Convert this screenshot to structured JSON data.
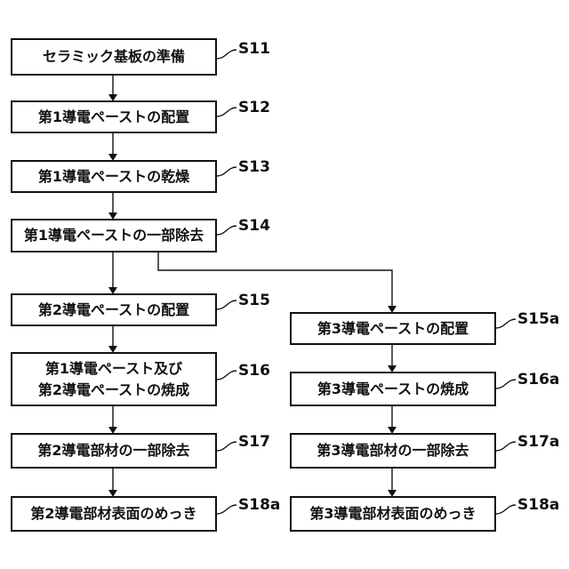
{
  "steps": {
    "s11": {
      "text": "セラミック基板の準備",
      "label": "S11"
    },
    "s12": {
      "text": "第1導電ペーストの配置",
      "label": "S12"
    },
    "s13": {
      "text": "第1導電ペーストの乾燥",
      "label": "S13"
    },
    "s14": {
      "text": "第1導電ペーストの一部除去",
      "label": "S14"
    },
    "s15": {
      "text": "第2導電ペーストの配置",
      "label": "S15"
    },
    "s16": {
      "line1": "第1導電ペースト及び",
      "line2": "第2導電ペーストの焼成",
      "label": "S16"
    },
    "s17": {
      "text": "第2導電部材の一部除去",
      "label": "S17"
    },
    "s18a": {
      "text": "第2導電部材表面のめっき",
      "label": "S18a"
    },
    "s15a": {
      "text": "第3導電ペーストの配置",
      "label": "S15a"
    },
    "s16a": {
      "text": "第3導電ペーストの焼成",
      "label": "S16a"
    },
    "s17a": {
      "text": "第3導電部材の一部除去",
      "label": "S17a"
    },
    "s18a_r": {
      "text": "第3導電部材表面のめっき",
      "label": "S18a"
    }
  }
}
